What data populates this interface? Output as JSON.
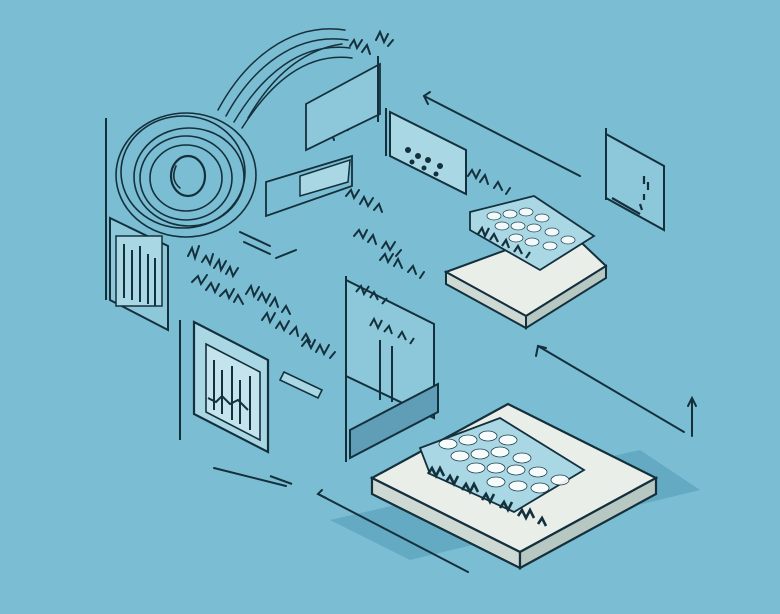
{
  "illustration": {
    "style": "isometric line-art sketch",
    "colors": {
      "background": "#7bbdd2",
      "ink": "#14303d",
      "panel_light": "#a9d8e4",
      "panel_mid": "#5f9eb6",
      "plate_top": "#e9eee9",
      "plate_side": "#cfd9d4",
      "shadow": "#5aa2bb"
    },
    "objects": [
      "headphones-sketch",
      "bar-chart-panel",
      "chart-board",
      "scribble-text-cluster",
      "keyboard-plate-small",
      "keyboard-plate-large",
      "wall-panel",
      "small-slab",
      "direction-arrows"
    ]
  }
}
